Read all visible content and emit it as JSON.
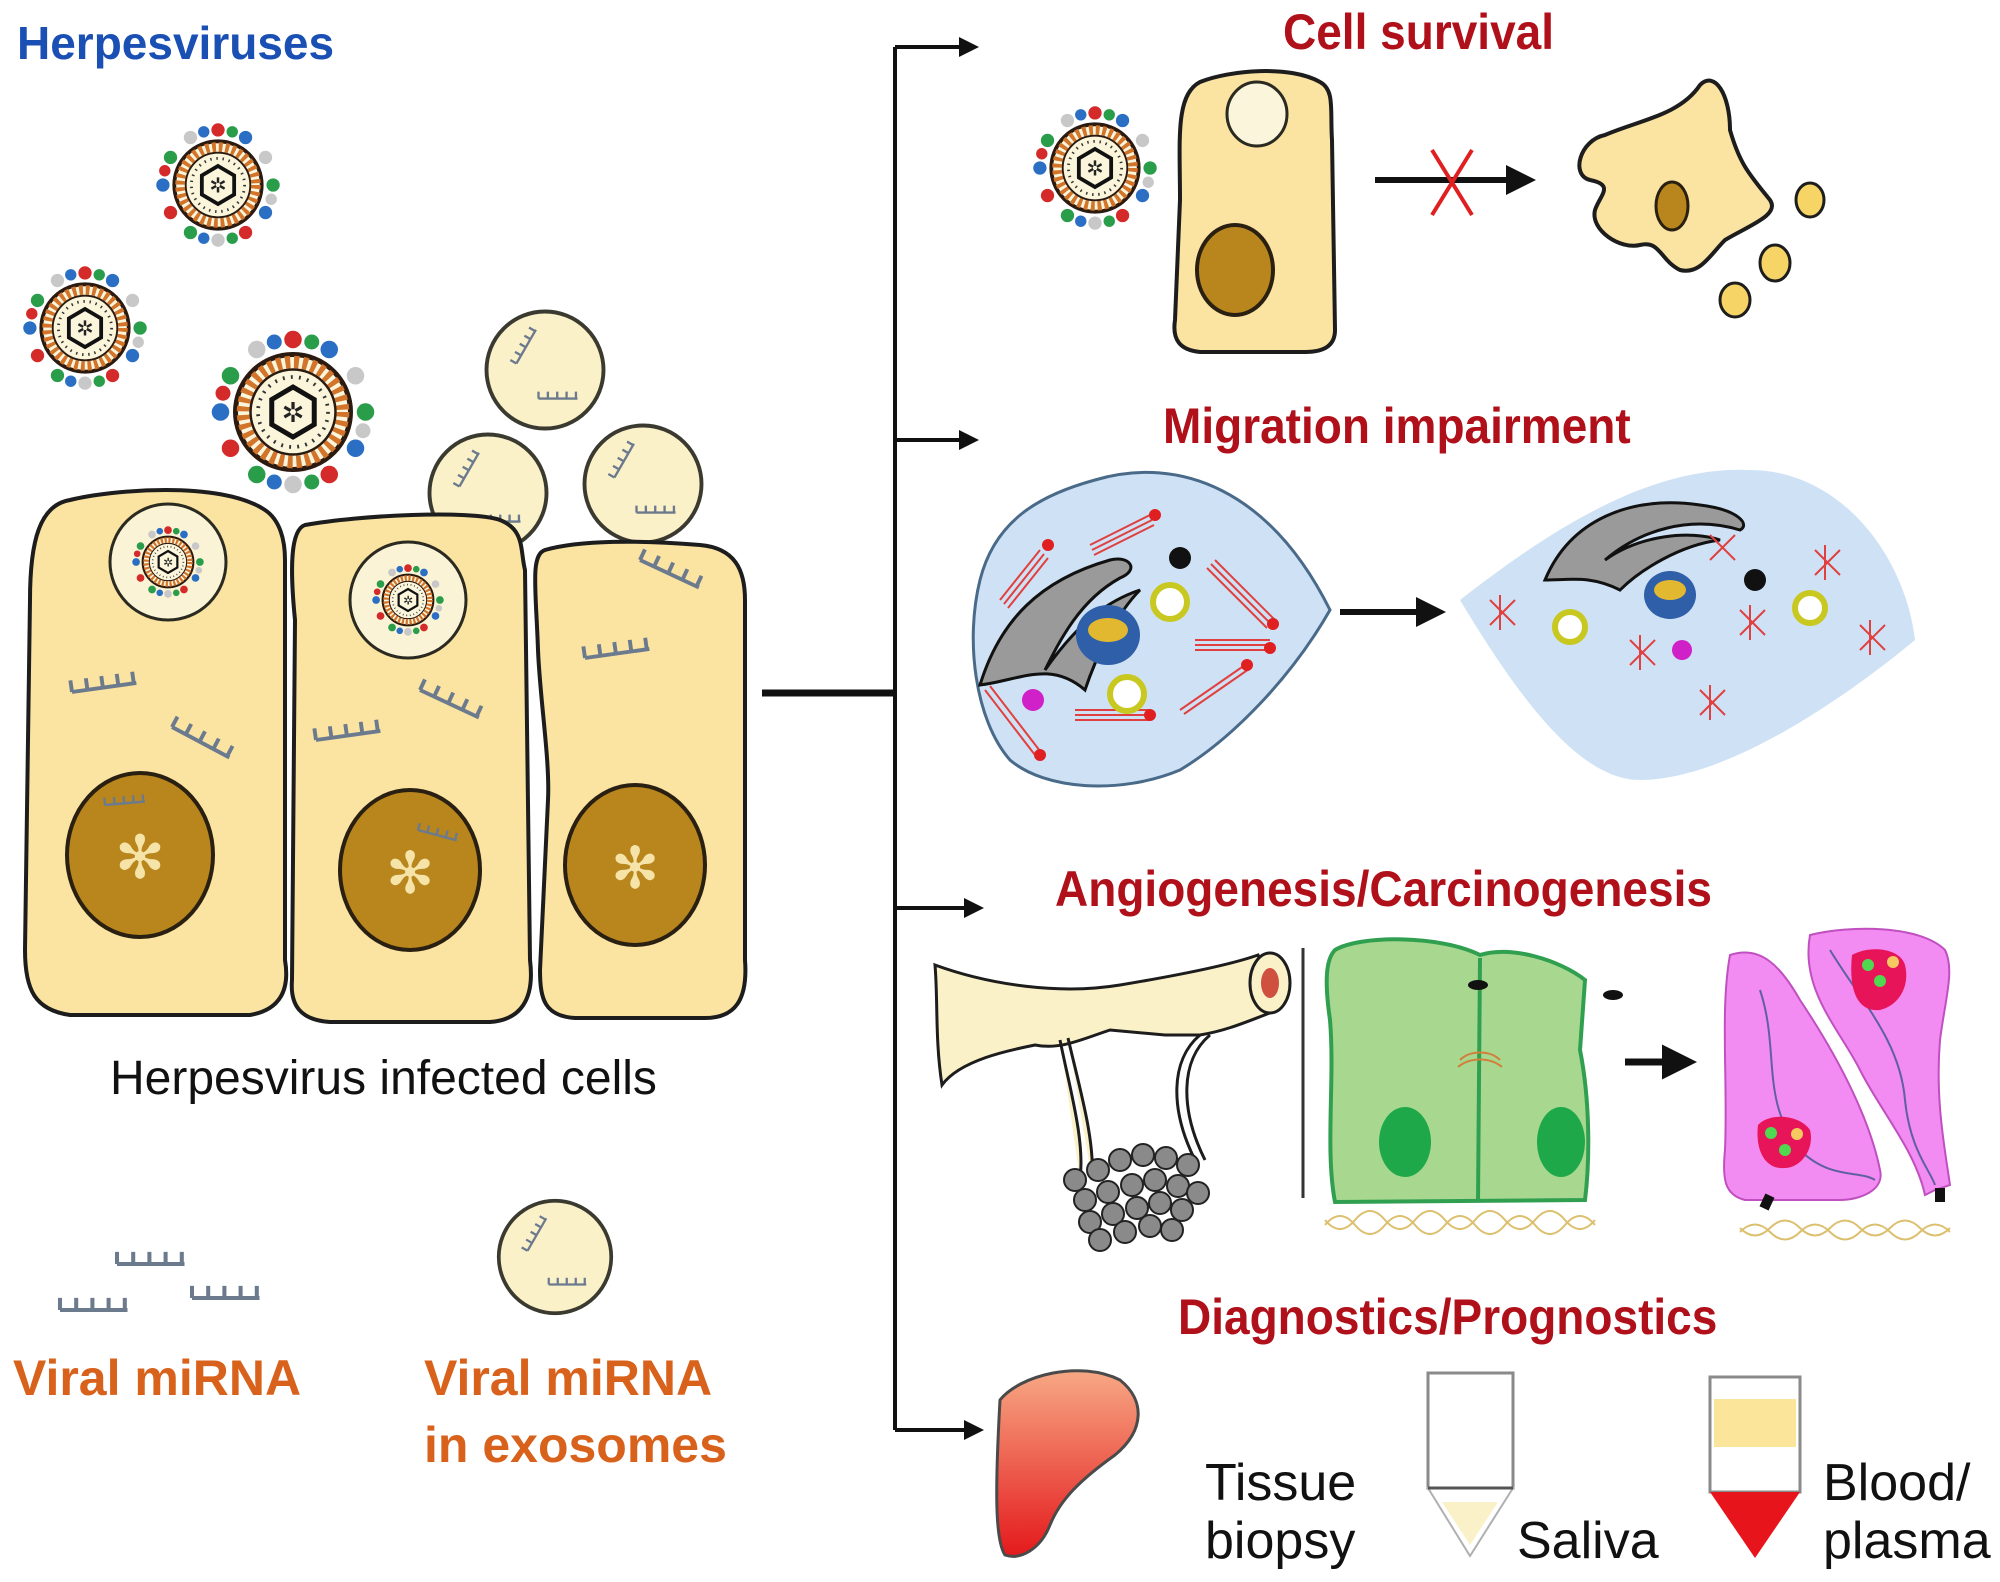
{
  "figure": {
    "title": "Herpesviruses",
    "infected_cells_caption": "Herpesvirus infected cells",
    "legend": {
      "viral_mirna": "Viral miRNA",
      "viral_mirna_exosomes_line1": "Viral miRNA",
      "viral_mirna_exosomes_line2": "in exosomes"
    },
    "outcomes": [
      {
        "title": "Cell survival",
        "icon": "apoptosis-blocked-icon"
      },
      {
        "title": "Migration impairment",
        "icon": "cytoskeleton-disruption-icon"
      },
      {
        "title": "Angiogenesis/Carcinogenesis",
        "icon": "tumor-vessel-and-emt-icon"
      },
      {
        "title": "Diagnostics/Prognostics",
        "icon": "sample-sources-icon"
      }
    ],
    "diagnostic_samples": [
      {
        "line1": "Tissue",
        "line2": "biopsy"
      },
      {
        "line1": "Saliva",
        "line2": ""
      },
      {
        "line1": "Blood/",
        "line2": "plasma"
      }
    ],
    "colors": {
      "title_blue": "#1a4fb4",
      "outcome_red": "#b0101a",
      "legend_orange": "#d8621c",
      "cell_fill": "#fbe3a2",
      "nucleus_fill": "#b8861d",
      "migration_cell_fill": "#cfe2f5",
      "epithelial_green": "#9fd38a",
      "tumor_pink": "#f07cf0",
      "blood_red": "#e8141c"
    }
  }
}
